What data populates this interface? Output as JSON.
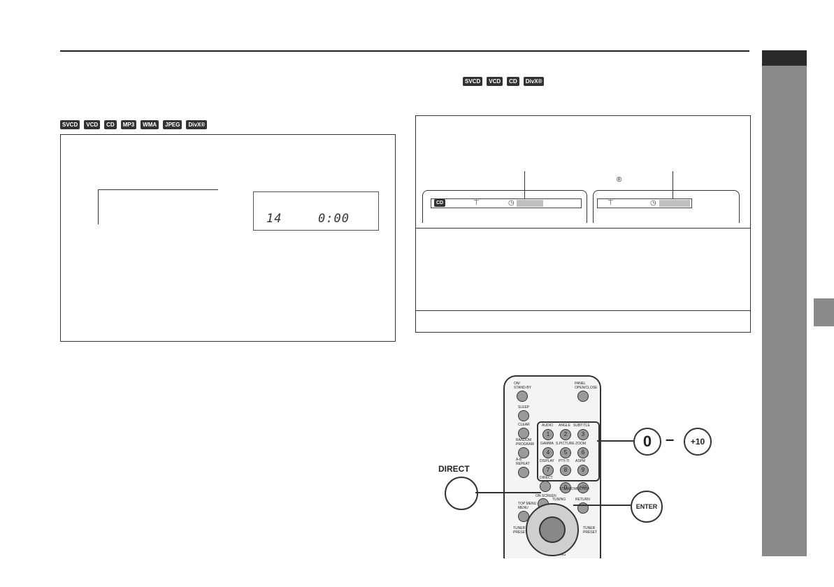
{
  "formats_left": [
    "SVCD",
    "VCD",
    "CD",
    "MP3",
    "WMA",
    "JPEG",
    "DivX®"
  ],
  "formats_right": [
    "SVCD",
    "VCD",
    "CD",
    "DivX®"
  ],
  "lcd": {
    "track": "14",
    "time": "0:00"
  },
  "screens": {
    "cd_icon": "CD",
    "registered_mark": "®"
  },
  "remote": {
    "top_left": "ON/\nSTAND-BY",
    "top_right": "PANEL\nOPEN/CLOSE",
    "labels": [
      "SLEEP",
      "CLEAR",
      "RANDOM\nPROGRAM",
      "A-B\nREPEAT",
      "DIRECT",
      "TOP MENU\nMENU"
    ],
    "number_keys": [
      "1",
      "2",
      "3",
      "4",
      "5",
      "6",
      "7",
      "8",
      "9",
      "0",
      "+10"
    ],
    "key_labels": [
      "AUDIO",
      "ANGLE",
      "SUBTITLE",
      "GAMMA",
      "S.PICTURE",
      "ZOOM",
      "DISPLAY",
      "PTY-TI",
      "ASPM"
    ],
    "misc": [
      "ON SCREEN",
      "STEREO",
      "MULTICH",
      "RETURN",
      "TUNING",
      "TUNER\nPRESET",
      "TUNER\nPRESET",
      "TUNING"
    ]
  },
  "callouts": {
    "zero": "0",
    "plus10": "+10",
    "dash": "–",
    "direct": "DIRECT",
    "enter": "ENTER"
  }
}
